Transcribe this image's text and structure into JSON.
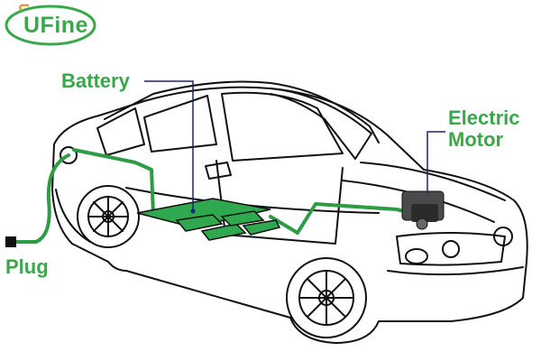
{
  "logo": {
    "text": "UFine",
    "color": "#3aa84a"
  },
  "labels": {
    "battery": "Battery",
    "motor": "Electric Motor",
    "plug": "Plug"
  },
  "colors": {
    "accent": "#3aa84a",
    "battery_fill": "#2fa84f",
    "wire": "#2e9b45",
    "leader_line": "#1a237e",
    "car_outline": "#111111",
    "motor": "#444444"
  }
}
